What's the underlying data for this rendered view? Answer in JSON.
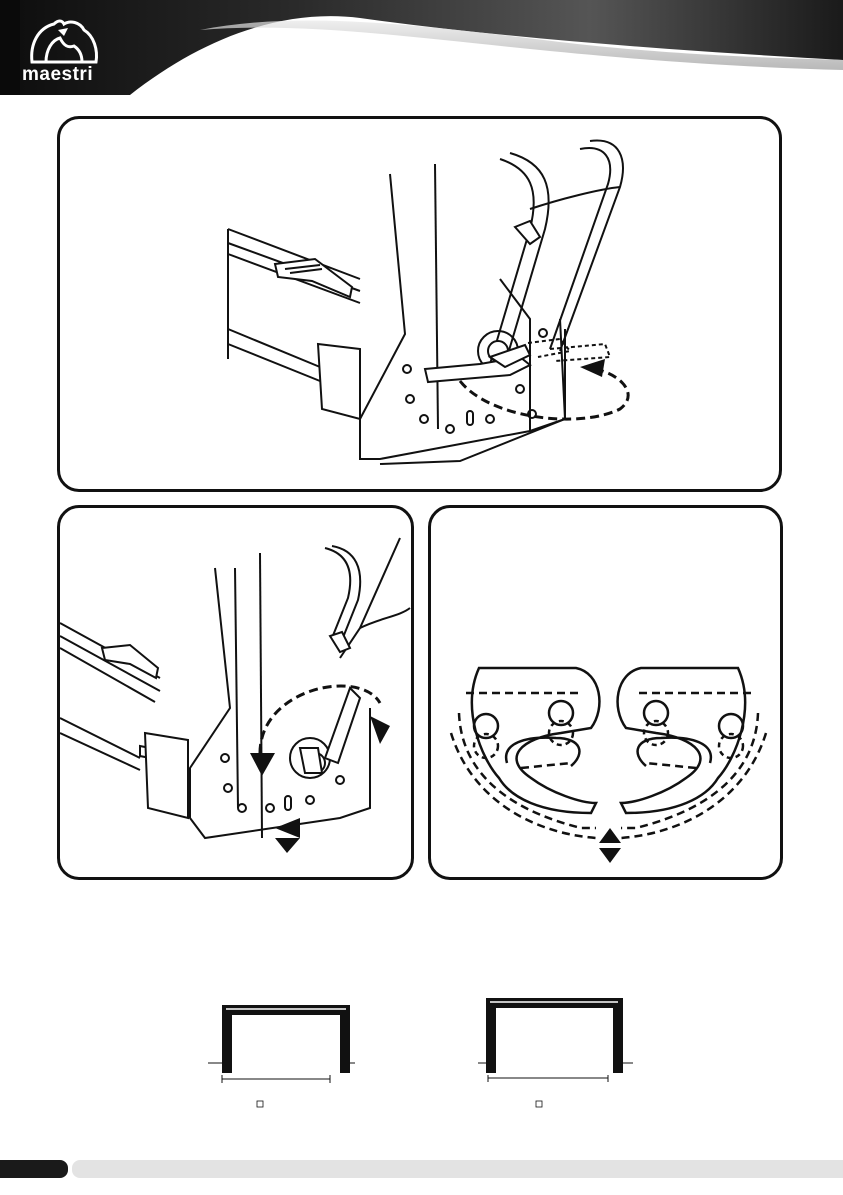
{
  "header": {
    "brand_name": "maestri",
    "logo_icon": "maestri-eagle-logo"
  },
  "figures": {
    "top": {
      "description_icon": "tacker-side-latch-open"
    },
    "left": {
      "description_icon": "tacker-latch-rotate"
    },
    "right": {
      "description_icon": "depth-adjust-plates"
    }
  },
  "staples": {
    "left": {
      "icon": "narrow-staple",
      "checkbox_icon": "small-checkbox-icon"
    },
    "right": {
      "icon": "wide-staple",
      "checkbox_icon": "small-checkbox-icon"
    }
  },
  "colors": {
    "header_dark": "#1b1b1b",
    "panel_border": "#111111",
    "footer_dark": "#1a1a1a",
    "footer_light": "#e3e3e3"
  }
}
